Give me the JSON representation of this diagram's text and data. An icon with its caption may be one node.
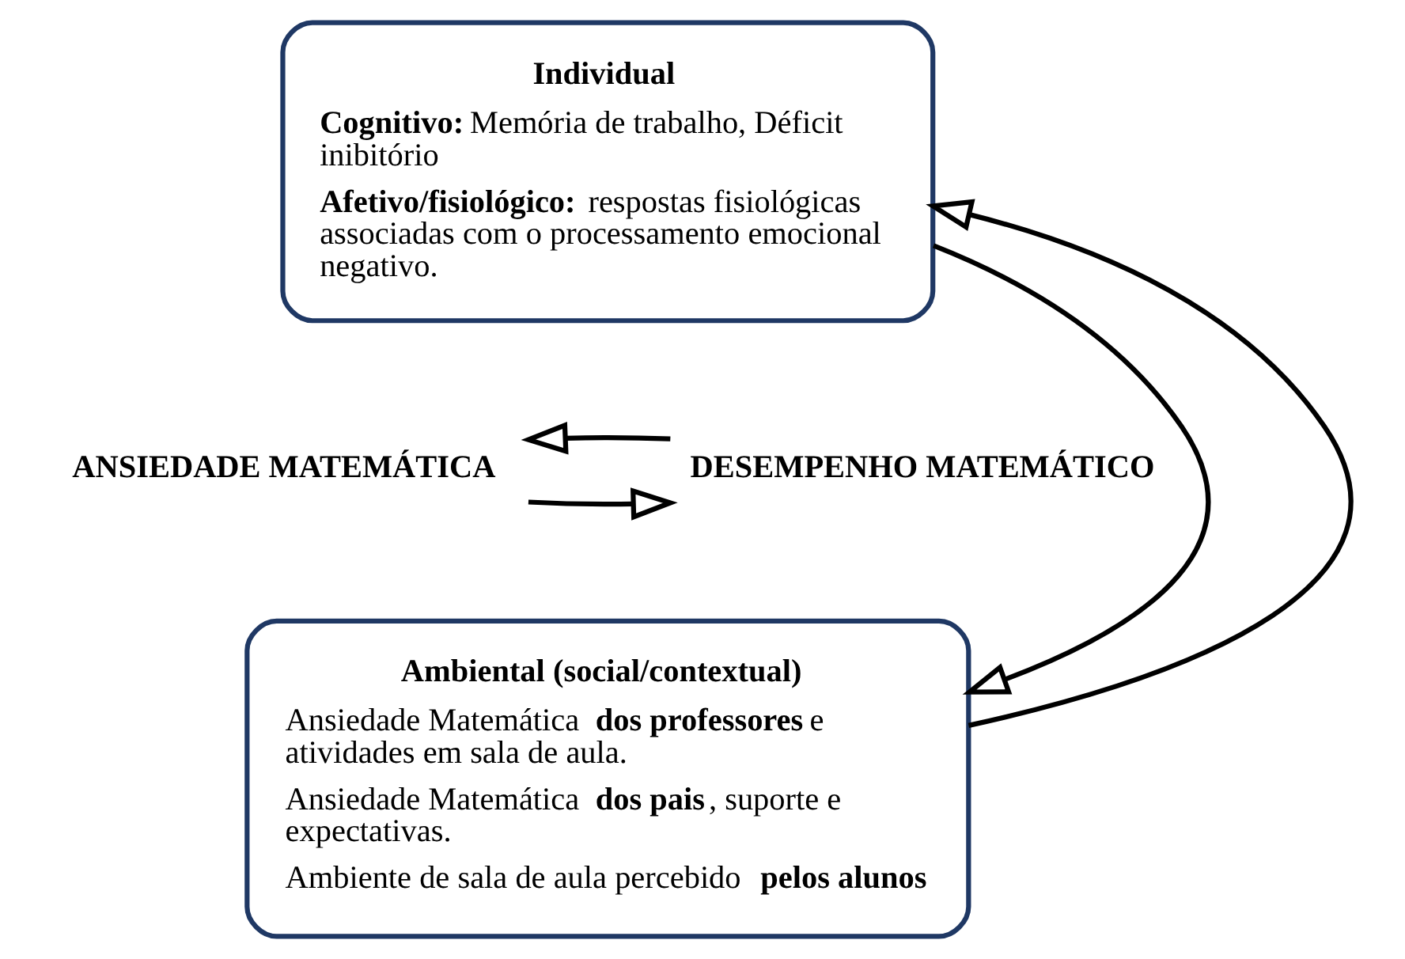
{
  "diagram": {
    "nodes": [
      {
        "text": [
          "ANSIEDADE MATEMÁTICA"
        ]
      },
      {
        "text": [
          "Individual",
          "**Cognitivo:** Memória de trabalho, Déficit inibitório",
          "**Afetivo/fisiológico:** respostas fisiológicas associadas com o processamento emocional negativo."
        ]
      },
      {
        "text": [
          "DESEMPENHO MATEMÁTICO"
        ]
      },
      {
        "text": [
          "Ambiental (social/contextual)",
          "Ansiedade Matemática **dos professores** e atividades em sala de aula.",
          "Ansiedade Matemática **dos pais**, suporte e expectativas.",
          "Ambiente de sala de aula percebido **pelos alunos**"
        ]
      }
    ],
    "edges": [
      {
        "from": 0,
        "to": 2,
        "arrow": "to"
      },
      {
        "from": 2,
        "to": 0,
        "arrow": "to"
      },
      {
        "from": 3,
        "to": 1,
        "arrow": "to"
      },
      {
        "from": 1,
        "to": 3,
        "arrow": "to"
      }
    ]
  }
}
